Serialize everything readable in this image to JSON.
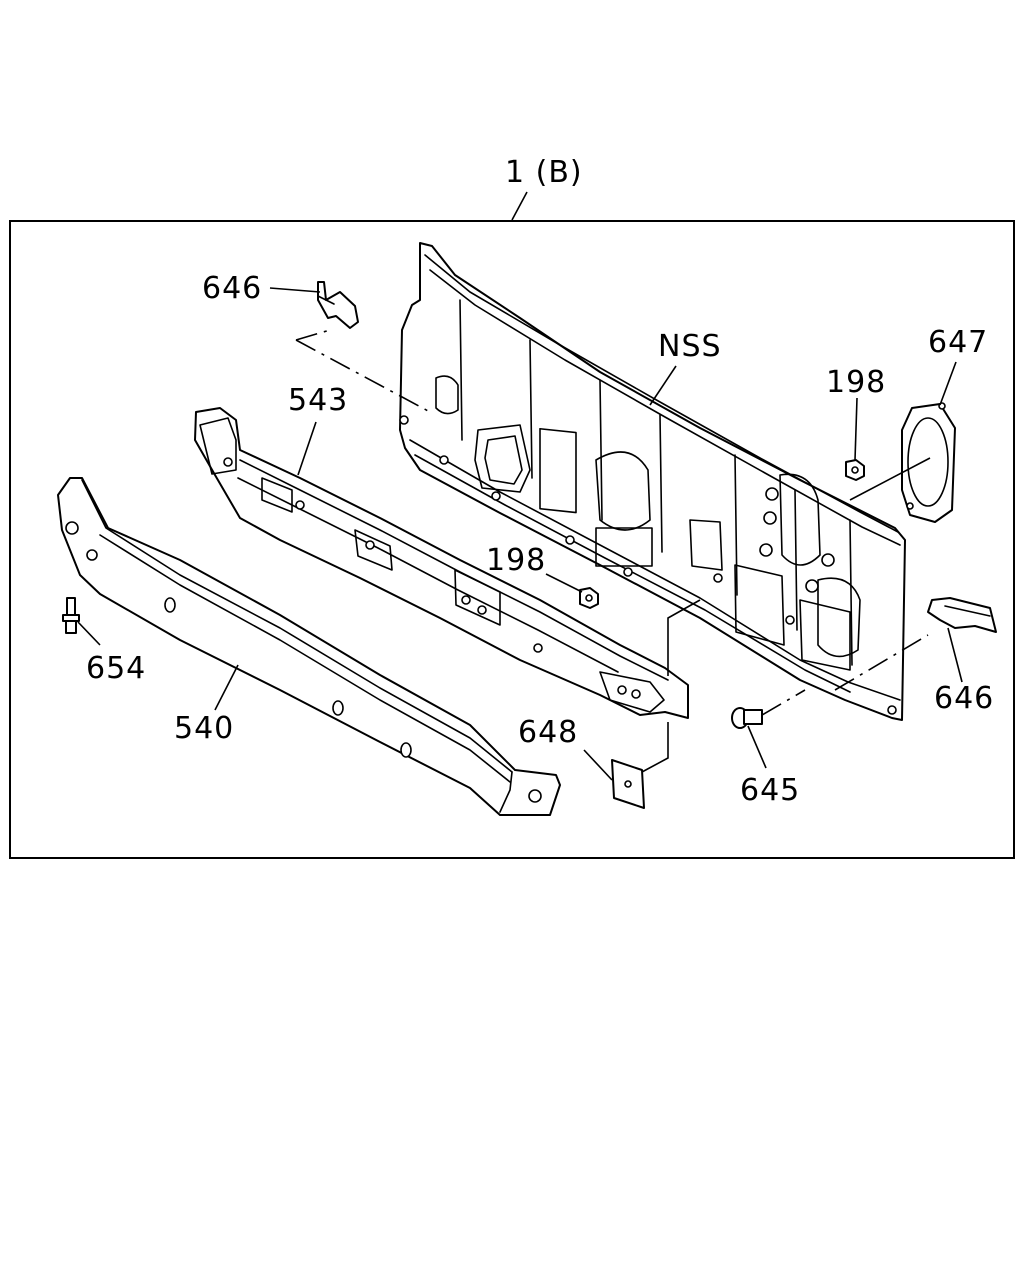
{
  "assembly_label": "1 (B)",
  "callouts": {
    "c646a": "646",
    "c543": "543",
    "cNSS": "NSS",
    "c198a": "198",
    "c647": "647",
    "c198b": "198",
    "c654": "654",
    "c540": "540",
    "c648": "648",
    "c646b": "646",
    "c645": "645"
  }
}
